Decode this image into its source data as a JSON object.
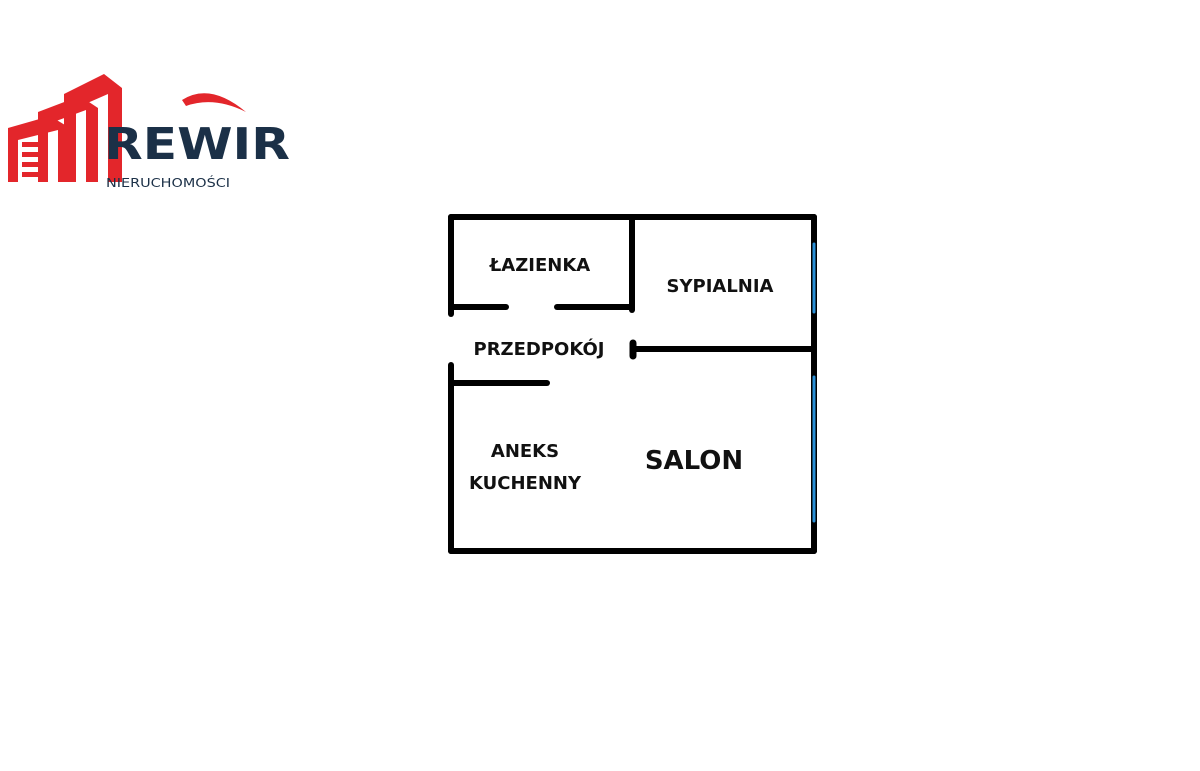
{
  "logo": {
    "brand": "REWIR",
    "tagline": "NIERUCHOMOŚCI",
    "colors": {
      "red": "#e3262b",
      "navy": "#1b3047"
    }
  },
  "rooms": {
    "bathroom": "ŁAZIENKA",
    "bedroom": "SYPIALNIA",
    "hallway": "PRZEDPOKÓJ",
    "kitchen_line1": "ANEKS",
    "kitchen_line2": "KUCHENNY",
    "living": "SALON"
  },
  "colors": {
    "wall": "#000000",
    "window": "#2a8fd6"
  }
}
